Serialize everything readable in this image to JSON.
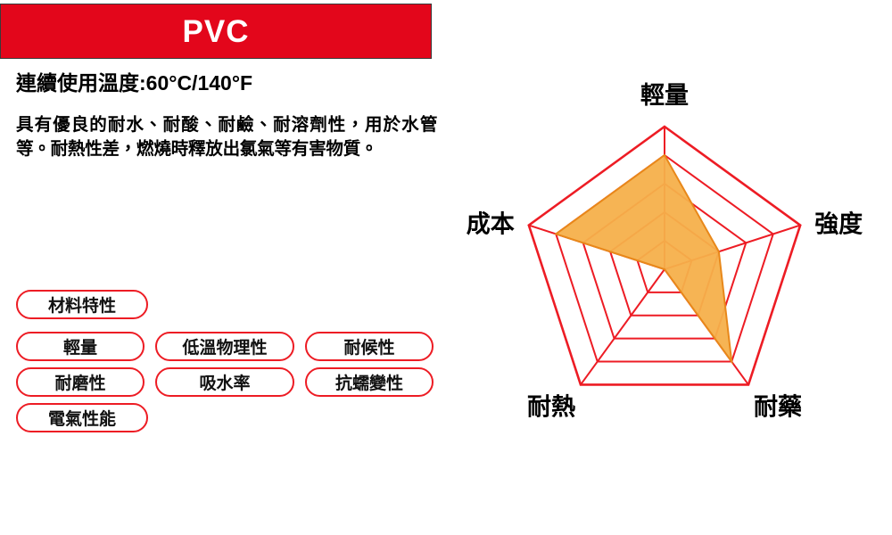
{
  "header": {
    "title": "PVC",
    "bg_color": "#E3061B",
    "text_color": "#FFFFFF"
  },
  "spec": {
    "temperature_line": "連續使用溫度:60°C/140°F",
    "description": "具有優良的耐水、耐酸、耐鹼、耐溶劑性，用於水管等。耐熱性差，燃燒時釋放出氯氣等有害物質。"
  },
  "properties": {
    "heading": "材料特性",
    "rows": [
      [
        "輕量",
        "低溫物理性",
        "耐候性"
      ],
      [
        "耐磨性",
        "吸水率",
        "抗蠕變性"
      ],
      [
        "電氣性能"
      ]
    ],
    "outline_color": "#ED1C24"
  },
  "chart_data": {
    "type": "radar",
    "title": "",
    "categories": [
      "輕量",
      "強度",
      "耐藥",
      "耐熱",
      "成本"
    ],
    "values": [
      4,
      2,
      4,
      0,
      4
    ],
    "rmax": 5,
    "rings": 5,
    "grid": true,
    "legend": "none",
    "grid_color": "#ED1C24",
    "series_fill": "#F6B04B",
    "series_stroke": "#E8881A",
    "label_color": "#000000"
  }
}
